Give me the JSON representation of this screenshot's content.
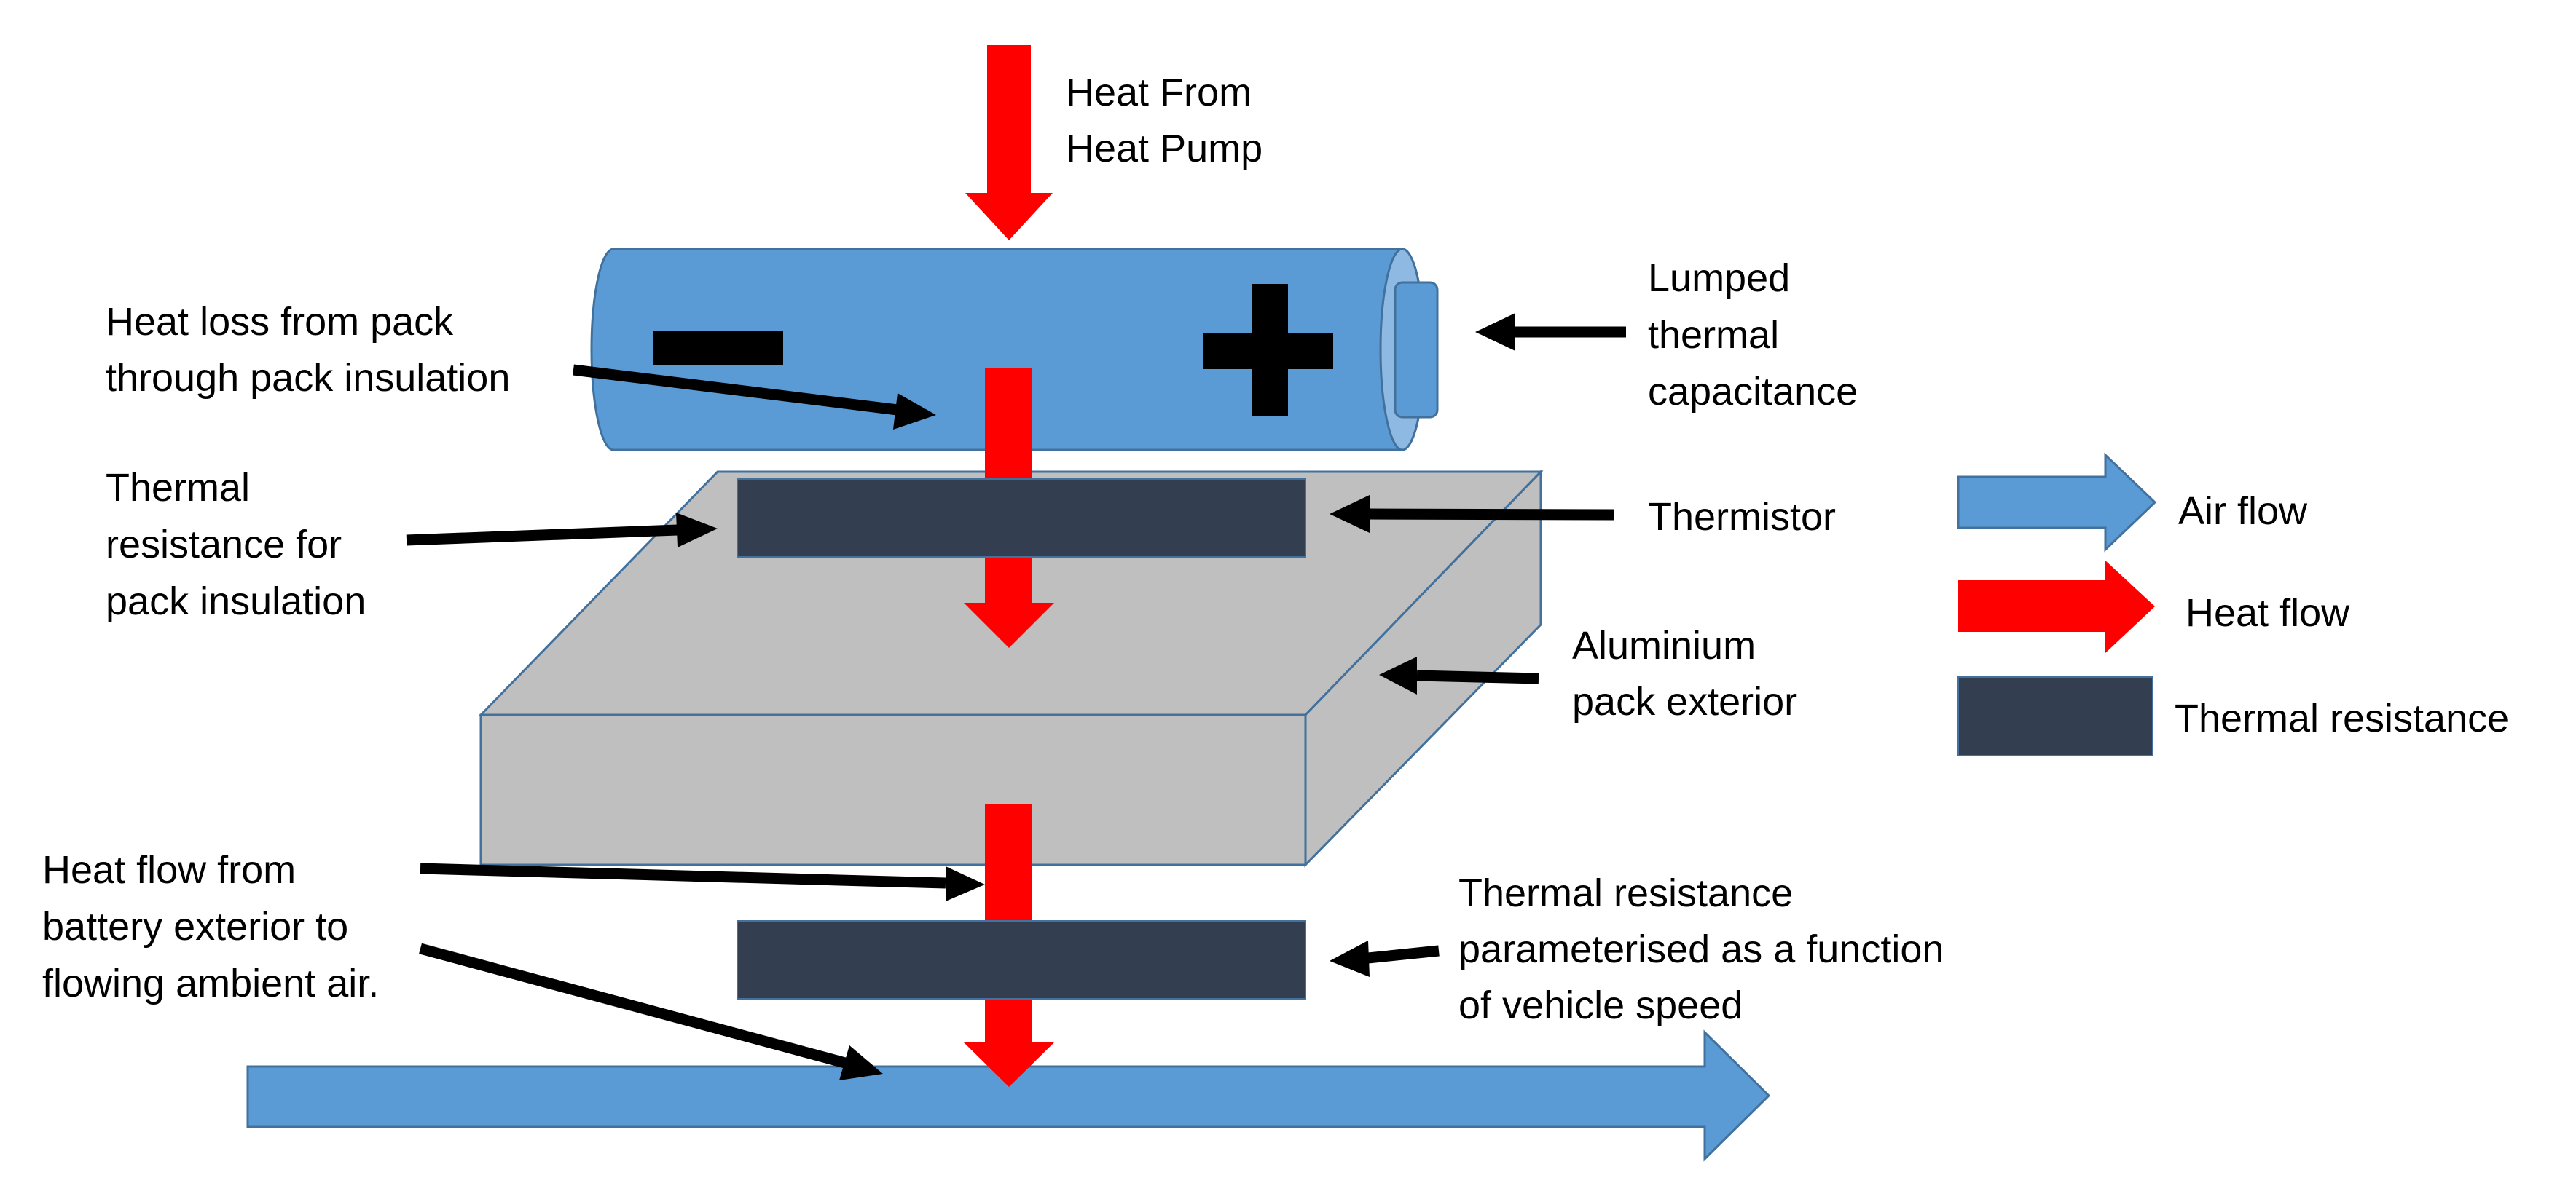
{
  "labels": {
    "heat_source": [
      "Heat From",
      "Heat Pump"
    ],
    "heat_loss": [
      "Heat loss from pack",
      "through pack insulation"
    ],
    "capacitance": [
      "Lumped",
      "thermal",
      "capacitance"
    ],
    "insulation_resistance": [
      "Thermal",
      "resistance for",
      "pack insulation"
    ],
    "thermistor": "Thermistor",
    "aluminium": [
      "Aluminium",
      "pack exterior"
    ],
    "exterior_heat_flow": [
      "Heat flow from",
      "battery exterior to",
      "flowing ambient air."
    ],
    "speed_resistance": [
      "Thermal resistance",
      "parameterised as a function",
      "of vehicle speed"
    ]
  },
  "legend": {
    "items": [
      {
        "key": "air",
        "label": "Air flow",
        "color": "#5B9BD5"
      },
      {
        "key": "heat",
        "label": "Heat flow",
        "color": "#FF0000"
      },
      {
        "key": "resistance",
        "label": "Thermal resistance",
        "color": "#333F50"
      }
    ]
  },
  "colors": {
    "air": "#5B9BD5",
    "heat": "#FF0000",
    "resistance": "#333F50",
    "pack": "#BFBFBF",
    "outline": "#41719C",
    "pointer": "#000000"
  }
}
